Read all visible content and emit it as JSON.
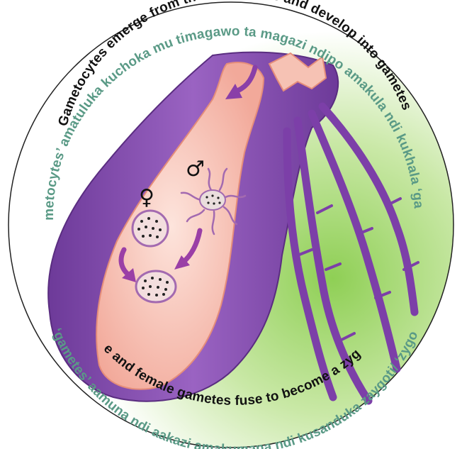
{
  "top_caption": {
    "english": "Gametocytes emerge from the blood cells and develop into gametes.",
    "local": "Ma ‘gametocytes’ amatuluka kuchoka mu timagawo ta magazi ndipo amakula ndi kukhala ‘gametes’."
  },
  "bottom_caption": {
    "english": "Male and female gametes fuse to become a zygote.",
    "local": "Ma ‘gametes’ aamuna ndi aakazi amakumana ndi kusanduka zaygoti/ ‘zygote’."
  },
  "symbols": {
    "female": "♀",
    "male": "♂"
  },
  "colors": {
    "black_text": "#111111",
    "green_text": "#5a9a86",
    "gut_purple": "#8a4fb0",
    "gut_pink": "#f6c2b4",
    "background_green": "#9fd36a"
  }
}
